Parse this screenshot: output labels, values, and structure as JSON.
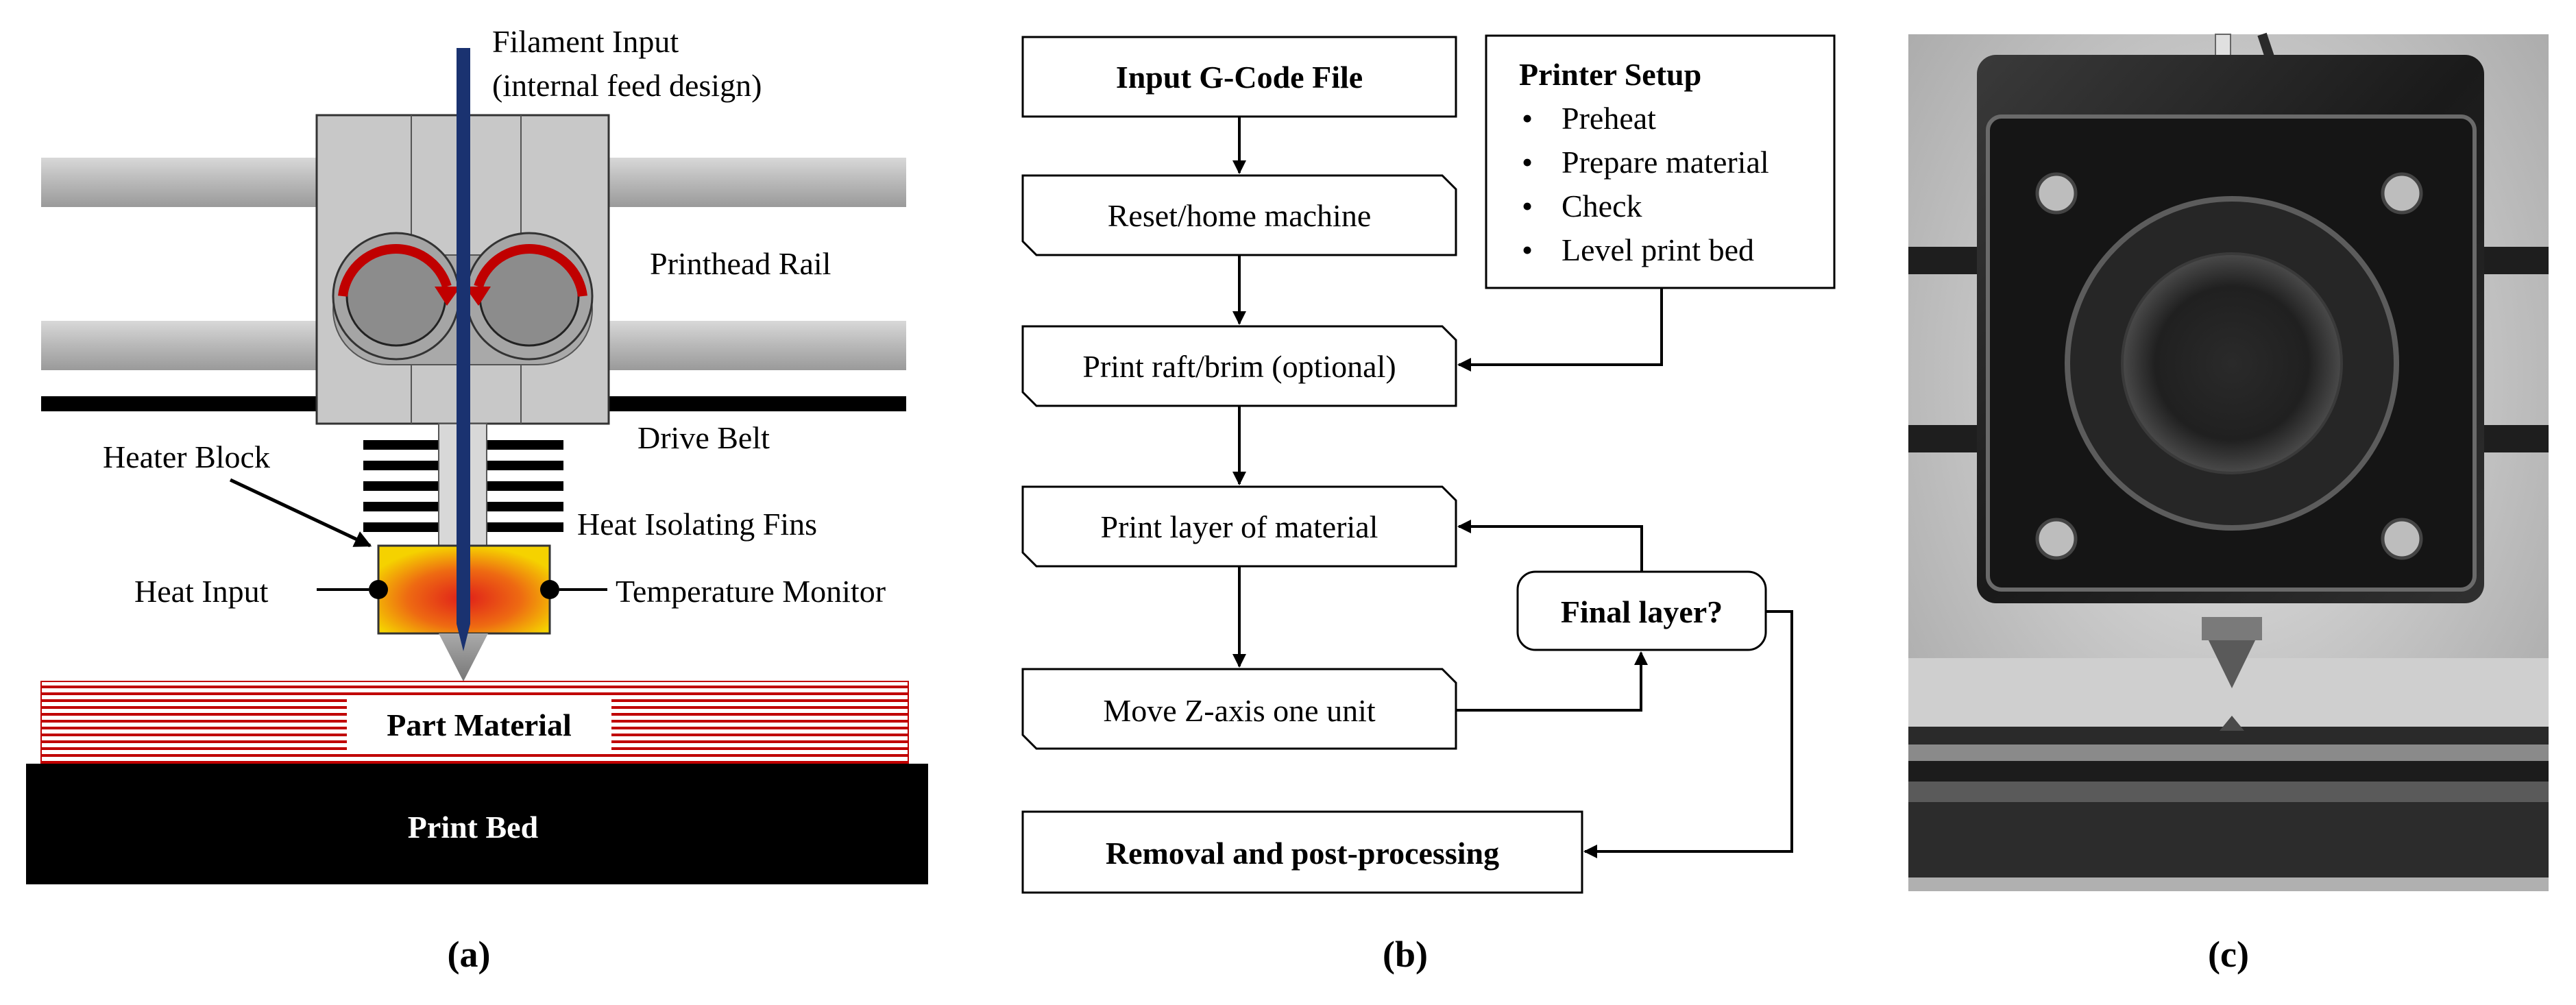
{
  "panel_a": {
    "caption": "(a)",
    "labels": {
      "filament_input_line1": "Filament Input",
      "filament_input_line2": "(internal feed design)",
      "printhead_rail": "Printhead Rail",
      "drive_belt": "Drive Belt",
      "heater_block": "Heater Block",
      "heat_isolating_fins": "Heat Isolating Fins",
      "heat_input": "Heat Input",
      "temperature_monitor": "Temperature Monitor",
      "part_material": "Part Material",
      "print_bed": "Print Bed"
    },
    "colors": {
      "filament": "#1a3270",
      "drive_arrows": "#c00000",
      "heater_hot": "#e0201a",
      "heater_warm": "#f5d200",
      "part_material_stripes": "#c00000",
      "rail": "#b8b8b8",
      "print_bed": "#000000"
    }
  },
  "panel_b": {
    "caption": "(b)",
    "nodes": {
      "input_gcode": "Input G-Code File",
      "reset_home": "Reset/home machine",
      "print_raft": "Print raft/brim (optional)",
      "print_layer": "Print layer of material",
      "move_z": "Move Z-axis one unit",
      "removal": "Removal and post-processing",
      "final_layer": "Final layer?"
    },
    "printer_setup": {
      "title": "Printer Setup",
      "items": [
        "Preheat",
        "Prepare material",
        "Check",
        "Level print bed"
      ]
    }
  },
  "panel_c": {
    "caption": "(c)"
  }
}
